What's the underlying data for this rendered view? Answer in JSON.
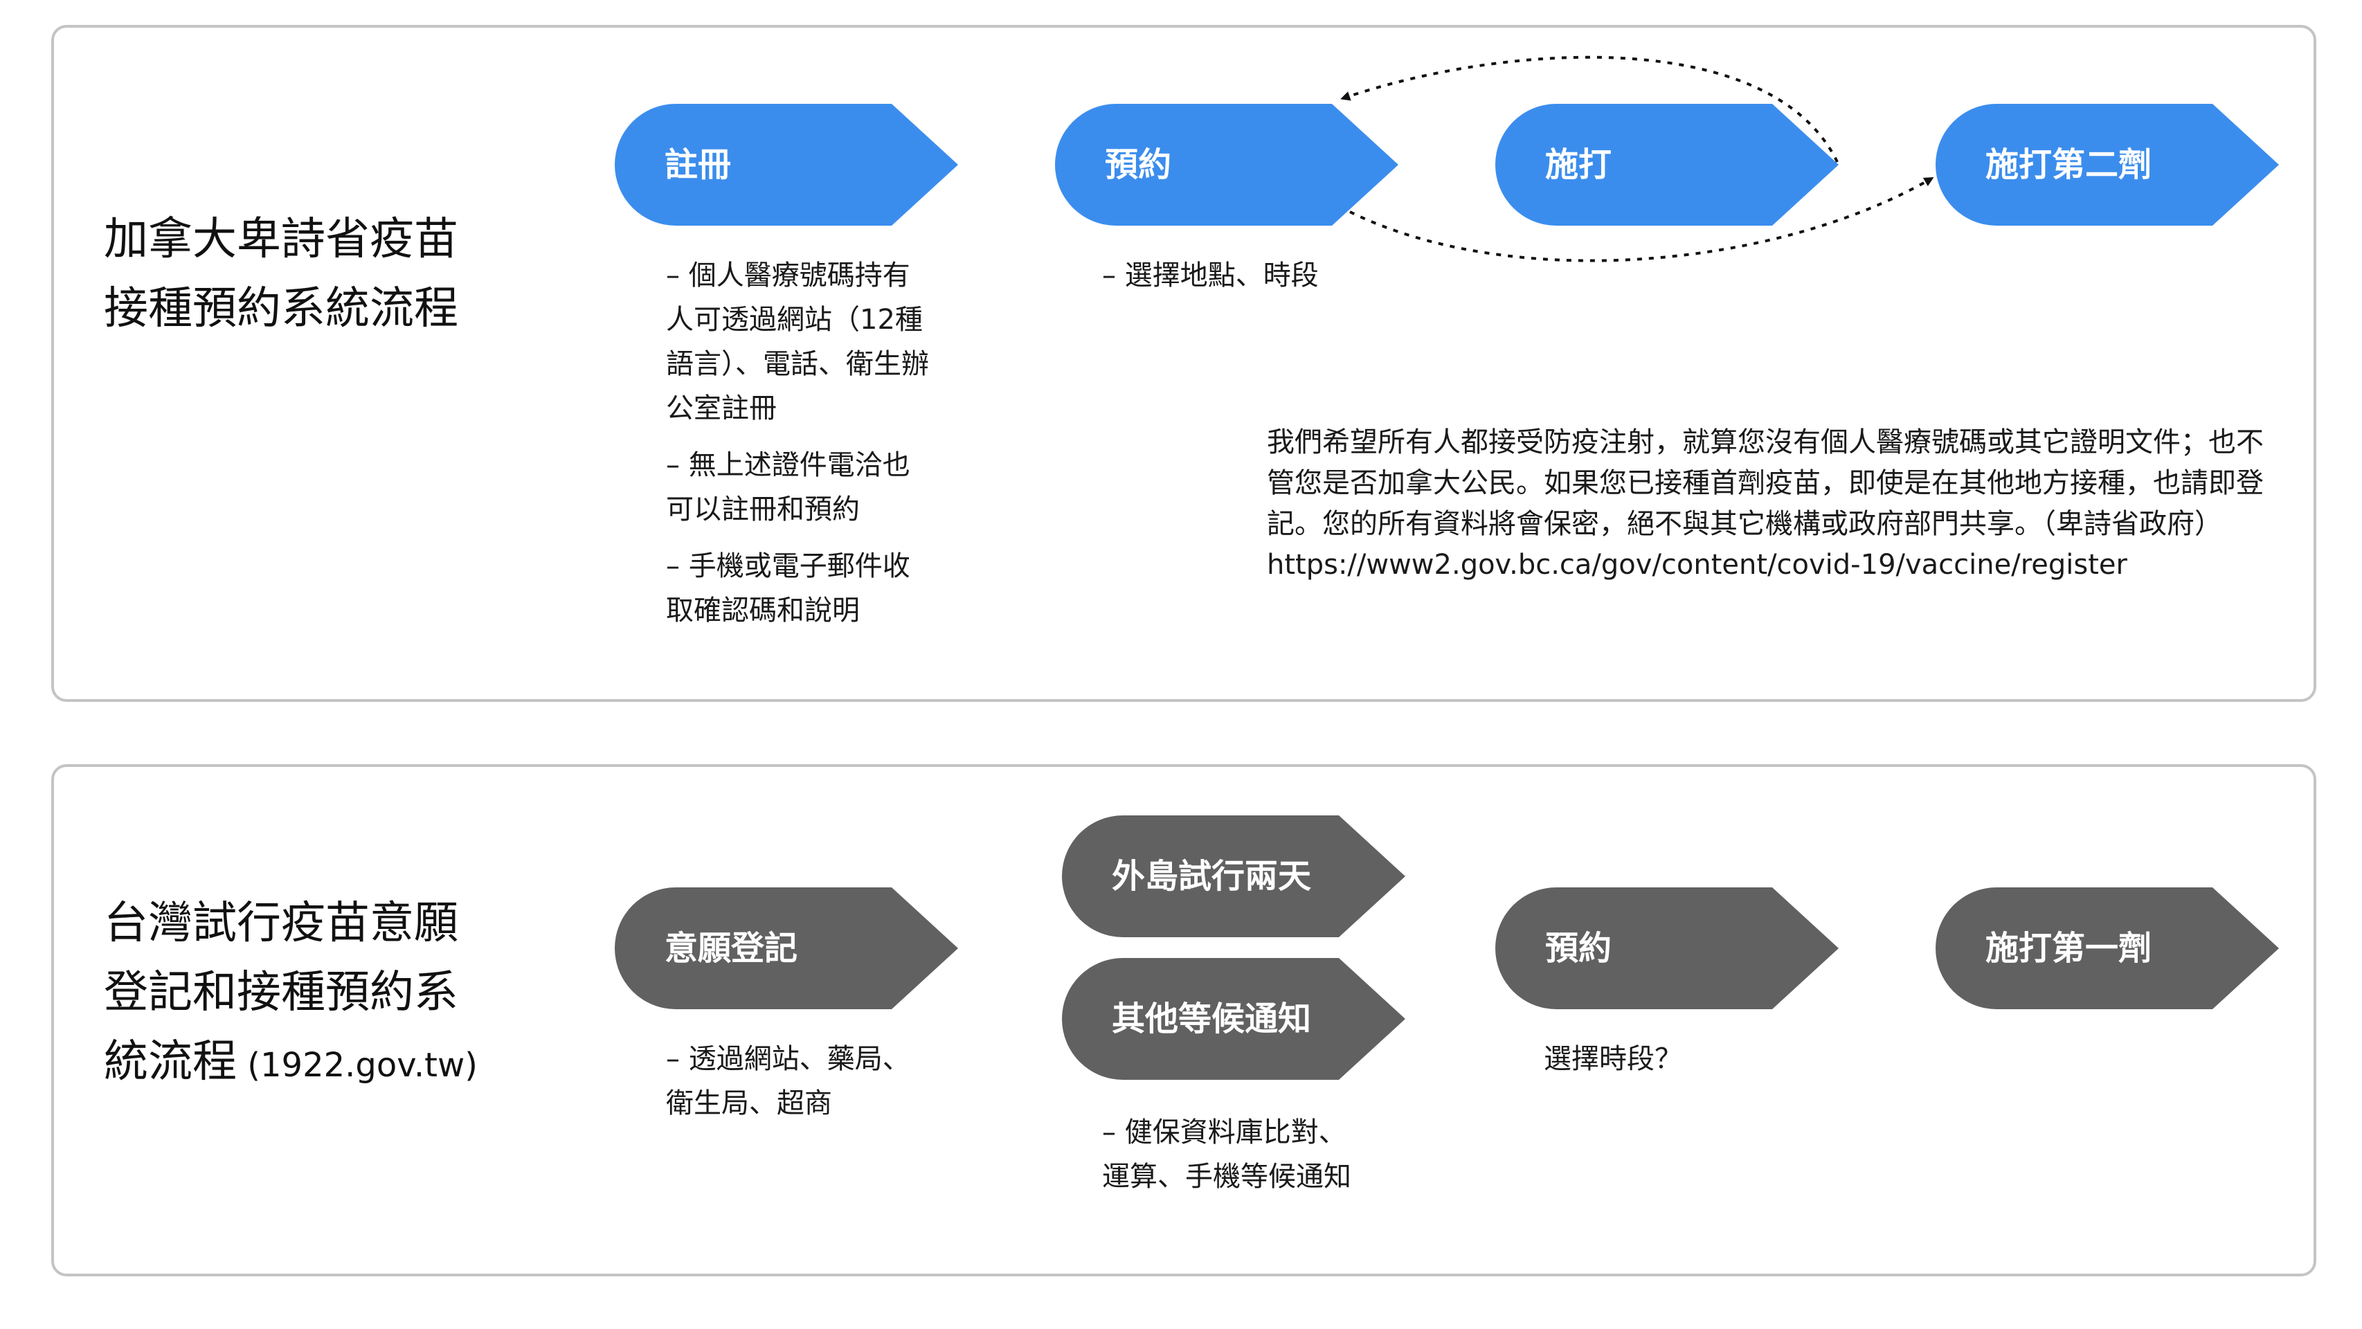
{
  "colors": {
    "blue": "#3b8ded",
    "gray": "#616161",
    "border": "#c4c4c4"
  },
  "canada": {
    "title_line1": "加拿大卑詩省疫苗",
    "title_line2": "接種預約系統流程",
    "steps": [
      "註冊",
      "預約",
      "施打",
      "施打第二劑"
    ],
    "register_notes": [
      "– 個人醫療號碼持有人可透過網站（12種語言）、電話、衛生辦公室註冊",
      "– 無上述證件電洽也可以註冊和預約",
      "– 手機或電子郵件收取確認碼和說明"
    ],
    "booking_note": "– 選擇地點、時段",
    "paragraph": "我們希望所有人都接受防疫注射，就算您沒有個人醫療號碼或其它證明文件；也不管您是否加拿大公民。如果您已接種首劑疫苗，即使是在其他地方接種，也請即登記。您的所有資料將會保密，絕不與其它機構或政府部門共享。（卑詩省政府）",
    "url": "https://www2.gov.bc.ca/gov/content/covid-19/vaccine/register"
  },
  "taiwan": {
    "title_line1": "台灣試行疫苗意願",
    "title_line2": "登記和接種預約系",
    "title_line3": "統流程",
    "title_suffix": " (1922.gov.tw)",
    "steps": [
      "意願登記",
      "外島試行兩天",
      "其他等候通知",
      "預約",
      "施打第一劑"
    ],
    "register_note": "– 透過網站、藥局、衛生局、超商",
    "wait_note": "– 健保資料庫比對、運算、手機等候通知",
    "booking_note": "選擇時段？"
  }
}
